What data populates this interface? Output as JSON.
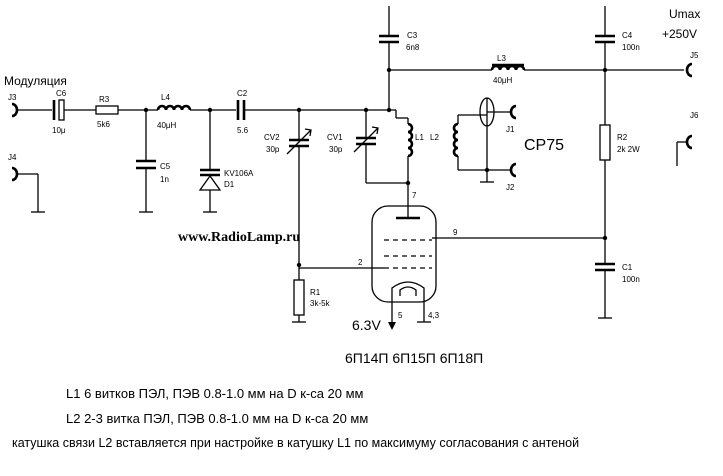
{
  "labels": {
    "modulation": "Модуляция",
    "j3": "J3",
    "j4": "J4",
    "j1": "J1",
    "j2": "J2",
    "j5": "J5",
    "j6": "J6",
    "c6": "C6",
    "c6_val": "10μ",
    "r3": "R3",
    "r3_val": "5k6",
    "l4": "L4",
    "l4_val": "40μH",
    "c2": "C2",
    "c2_val": "5.6",
    "c5": "C5",
    "c5_val": "1n",
    "d1_type": "KV106A",
    "d1": "D1",
    "cv2": "CV2",
    "cv2_val": "30p",
    "cv1": "CV1",
    "cv1_val": "30p",
    "l1": "L1",
    "l2": "L2",
    "c3": "C3",
    "c3_val": "6n8",
    "l3": "L3",
    "l3_val": "40μH",
    "c4": "C4",
    "c4_val": "100n",
    "umax": "Umax",
    "voltage": "+250V",
    "r2": "R2",
    "r2_val": "2k 2W",
    "c1": "C1",
    "c1_val": "100n",
    "r1": "R1",
    "r1_val": "3k-5k",
    "cp75": "CP75",
    "pin7": "7",
    "pin9": "9",
    "pin2": "2",
    "pin5": "5",
    "pin43": "4,3",
    "heater": "6.3V",
    "tubes": "6П14П 6П15П 6П18П",
    "website": "www.RadioLamp.ru"
  },
  "notes": {
    "line1": "L1 6 витков ПЭЛ, ПЭВ 0.8-1.0 мм на D к-са 20 мм",
    "line2": "L2 2-3 витка ПЭЛ, ПЭВ 0.8-1.0 мм на D к-са 20 мм",
    "line3": "катушка связи L2 вставляется при настройке в катушку L1 по максимуму согласования с антеной"
  }
}
